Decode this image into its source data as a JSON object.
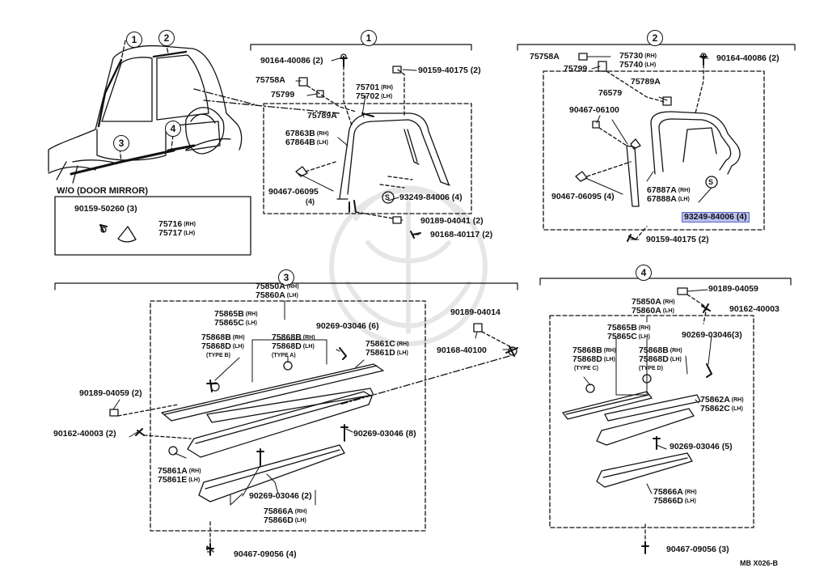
{
  "callouts": {
    "c1": "1",
    "c2": "2",
    "c3": "3",
    "c4": "4",
    "s": "S"
  },
  "vehicle_note": "W/O (DOOR MIRROR)",
  "mirror_inset": {
    "p1": "90159-50260 (3)",
    "p2a": "75716",
    "p2a_side": "(RH)",
    "p2b": "75717",
    "p2b_side": "(LH)"
  },
  "section1": {
    "a": "90164-40086 (2)",
    "b": "90159-40175 (2)",
    "c": "75758A",
    "d": "75799",
    "e1": "75701",
    "e1_side": "(RH)",
    "e2": "75702",
    "e2_side": "(LH)",
    "f": "75789A",
    "g1": "67863B",
    "g1_side": "(RH)",
    "g2": "67864B",
    "g2_side": "(LH)",
    "h": "90467-06095",
    "h_qty": "(4)",
    "i": "93249-84006 (4)",
    "j": "90189-04041 (2)",
    "k": "90168-40117 (2)"
  },
  "section2": {
    "a": "75758A",
    "b": "75799",
    "c1": "75730",
    "c1_side": "(RH)",
    "c2": "75740",
    "c2_side": "(LH)",
    "d": "90164-40086 (2)",
    "e": "75789A",
    "f": "76579",
    "g": "90467-06100",
    "h": "90467-06095 (4)",
    "i1": "67887A",
    "i1_side": "(RH)",
    "i2": "67888A",
    "i2_side": "(LH)",
    "j": "93249-84006 (4)",
    "k": "90159-40175 (2)"
  },
  "section3": {
    "top1": "75850A",
    "top1_side": "(RH)",
    "top2": "75860A",
    "top2_side": "(LH)",
    "b1": "75865B",
    "b1_side": "(RH)",
    "b2": "75865C",
    "b2_side": "(LH)",
    "c1": "75868B",
    "c1_side": "(RH)",
    "c2": "75868D",
    "c2_side": "(LH)",
    "c_type": "(TYPE B)",
    "d1": "75868B",
    "d1_side": "(RH)",
    "d2": "75868D",
    "d2_side": "(LH)",
    "d_type": "(TYPE A)",
    "e": "90269-03046 (6)",
    "f1": "75861C",
    "f1_side": "(RH)",
    "f2": "75861D",
    "f2_side": "(LH)",
    "g": "90189-04014",
    "h": "90168-40100",
    "i": "90189-04059 (2)",
    "j": "90162-40003 (2)",
    "k": "90269-03046 (8)",
    "l1": "75861A",
    "l1_side": "(RH)",
    "l2": "75861E",
    "l2_side": "(LH)",
    "m": "90269-03046 (2)",
    "n1": "75866A",
    "n1_side": "(RH)",
    "n2": "75866D",
    "n2_side": "(LH)",
    "o": "90467-09056 (4)"
  },
  "section4": {
    "a": "90189-04059",
    "b1": "75850A",
    "b1_side": "(RH)",
    "b2": "75860A",
    "b2_side": "(LH)",
    "c": "90162-40003",
    "d1": "75865B",
    "d1_side": "(RH)",
    "d2": "75865C",
    "d2_side": "(LH)",
    "e": "90269-03046(3)",
    "f1": "75868B",
    "f1_side": "(RH)",
    "f2": "75868D",
    "f2_side": "(LH)",
    "f_type": "(TYPE C)",
    "g1": "75868B",
    "g1_side": "(RH)",
    "g2": "75868D",
    "g2_side": "(LH)",
    "g_type": "(TYPE D)",
    "h1": "75862A",
    "h1_side": "(RH)",
    "h2": "75862C",
    "h2_side": "(LH)",
    "i": "90269-03046 (5)",
    "j1": "75866A",
    "j1_side": "(RH)",
    "j2": "75866D",
    "j2_side": "(LH)",
    "k": "90467-09056 (3)"
  },
  "footer": "MB X026-B",
  "colors": {
    "ink": "#111111",
    "highlight_fill": "#b9c0ef",
    "highlight_border": "#5a66c8"
  }
}
